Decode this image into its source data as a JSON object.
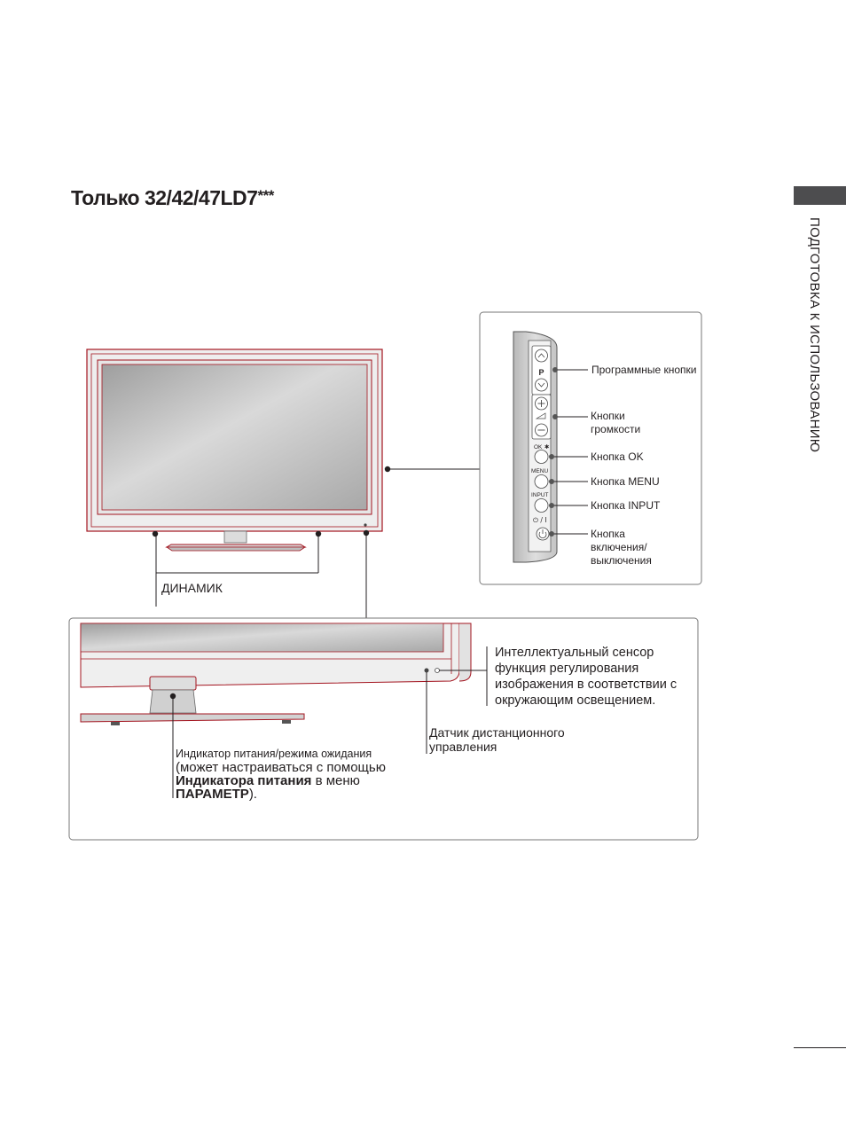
{
  "heading": {
    "text": "Только 32/42/47LD7",
    "suffix": "***"
  },
  "side_section": {
    "text": "ПОДГОТОВКА К ИСПОЛЬЗОВАНИЮ",
    "tab_color": "#4d4d4f"
  },
  "speaker_label": "ДИНАМИК",
  "side_panel": {
    "button_text": {
      "p": "P",
      "ok": "OK",
      "menu": "MENU",
      "input": "INPUT",
      "power": "⏻ / I"
    },
    "callouts": {
      "program": "Программные кнопки",
      "volume": [
        "Кнопки",
        "громкости"
      ],
      "ok": "Кнопка OK",
      "menu": "Кнопка MENU",
      "input": "Кнопка INPUT",
      "power": [
        "Кнопка",
        "включения/",
        "выключения"
      ]
    }
  },
  "detail": {
    "sensor_text": [
      "Интеллектуальный сенсор",
      "функция регулирования",
      "изображения в соответствии с",
      "окружающим освещением."
    ],
    "remote_text": [
      "Датчик дистанционного",
      "управления"
    ],
    "power_indicator": {
      "line1": "Индикатор питания/режима ожидания",
      "line2": "(может настраиваться с помощью",
      "line3_bold": "Индикатора питания",
      "line3_rest": " в меню",
      "line4_bold": "ПАРАМЕТР",
      "line4_rest": ")."
    }
  },
  "colors": {
    "tv_frame": "#a3141f",
    "panel_border": "#777777",
    "text": "#231f20"
  }
}
